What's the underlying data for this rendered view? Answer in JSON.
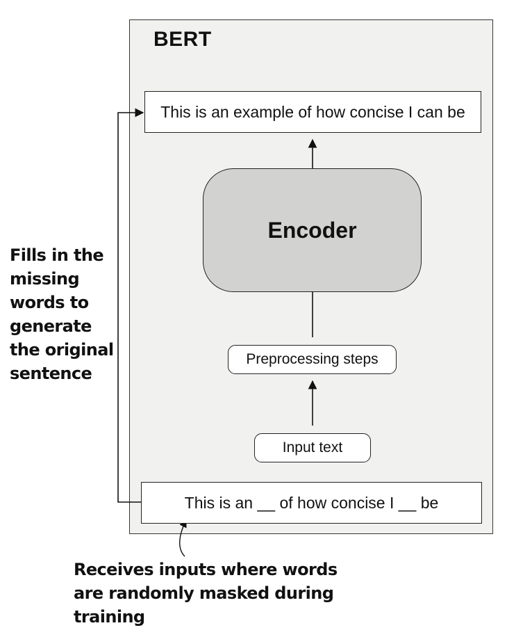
{
  "bert_panel": {
    "title": "BERT"
  },
  "output_sentence": "This is an example of how concise I can be",
  "encoder_label": "Encoder",
  "preprocessing_label": "Preprocessing steps",
  "input_text_label": "Input text",
  "masked_input_sentence": "This is an __ of how concise I __ be",
  "annotations": {
    "fill_in_lines": [
      "Fills in the",
      "missing",
      "words to",
      "generate",
      "the original",
      "sentence"
    ],
    "masked_inputs_lines": [
      "Receives inputs where words",
      "are randomly masked during",
      "training"
    ]
  }
}
